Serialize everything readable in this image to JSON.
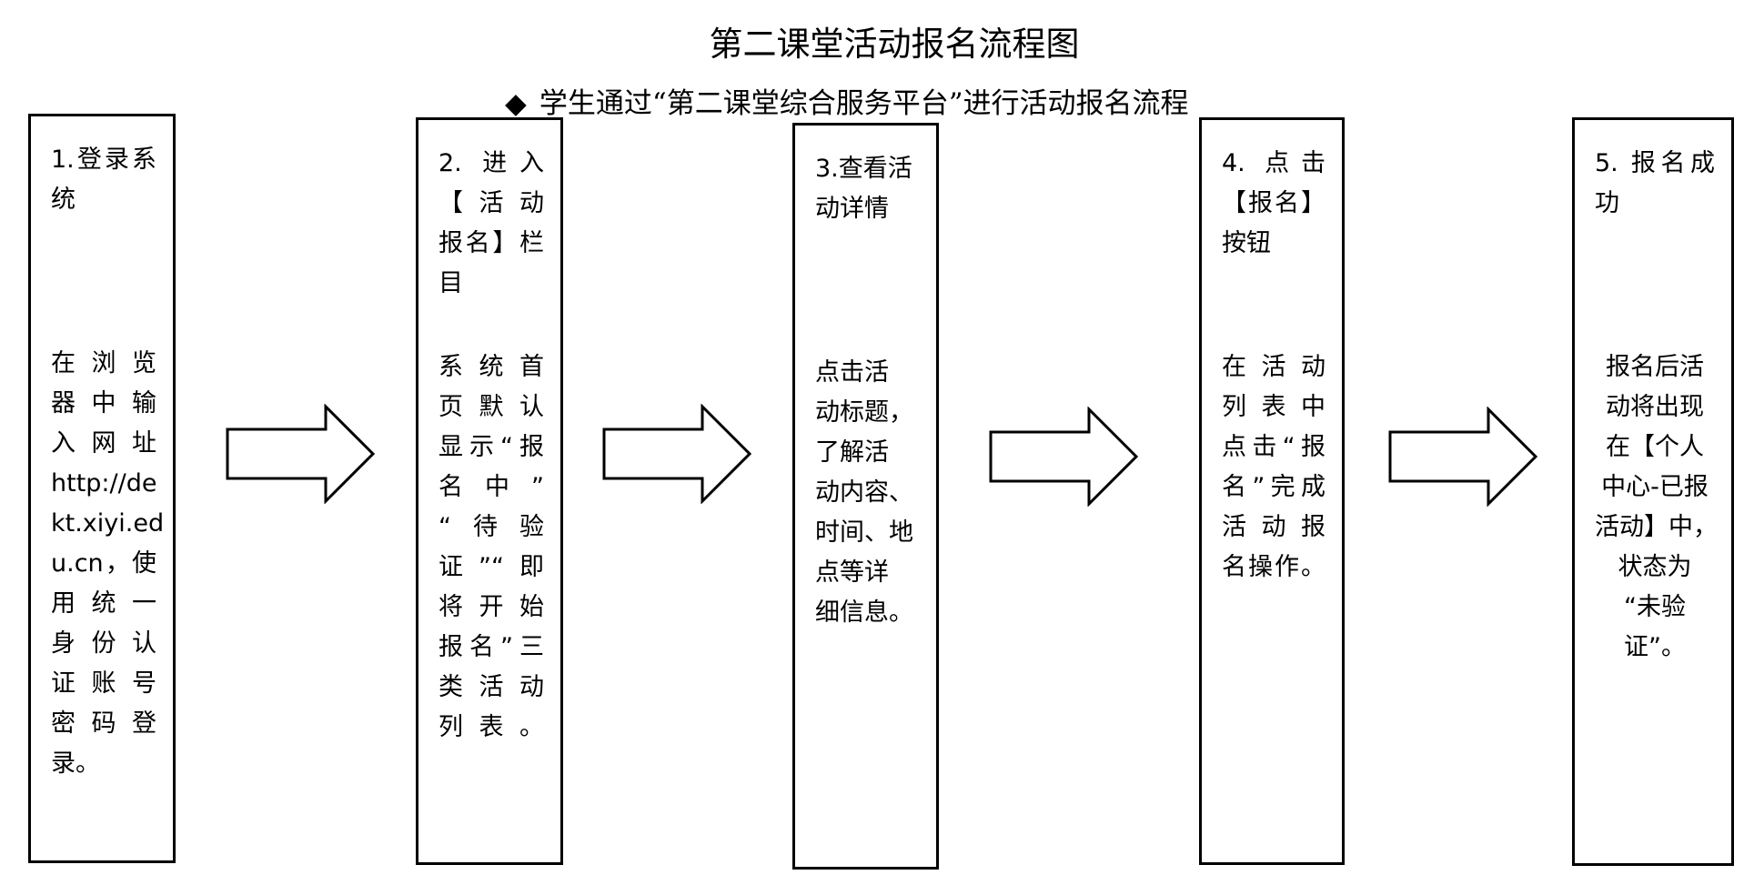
{
  "title": "第二课堂活动报名流程图",
  "subtitle": {
    "bullet": "◆",
    "text": "学生通过“第二课堂综合服务平台”进行活动报名流程"
  },
  "steps": [
    {
      "head": [
        "1.登录系",
        "统"
      ],
      "body": [
        "在浏览",
        "器中输",
        "入网址",
        "http://de",
        "kt.xiyi.ed",
        "u.cn，使",
        "用统一",
        "身份认",
        "证账号",
        "密码登",
        "录。"
      ]
    },
    {
      "head": [
        "2. 进入",
        "【活动",
        "报名】栏",
        "目"
      ],
      "body": [
        "系统首",
        "页默认",
        "显示“报",
        "名中”",
        "“待验",
        "证”“即",
        "将开始",
        "报名”三",
        "类活动",
        "列表。"
      ]
    },
    {
      "head": [
        "3.查看活",
        "动详情"
      ],
      "body": [
        "点击活",
        "动标题，",
        "了解活",
        "动内容、",
        "时间、地",
        "点等详",
        "细信息。"
      ]
    },
    {
      "head": [
        "4. 点击",
        "【报名】",
        "按钮"
      ],
      "body": [
        "在活动",
        "列表中",
        "点击“报",
        "名”完成",
        "活动报",
        "名操作。"
      ]
    },
    {
      "head": [
        "5. 报名成",
        "功"
      ],
      "body": [
        "报名后活",
        "动将出现",
        "在【个人",
        "中心-已报",
        "活动】中，",
        "状态为",
        "“未验",
        "证”。"
      ]
    }
  ]
}
